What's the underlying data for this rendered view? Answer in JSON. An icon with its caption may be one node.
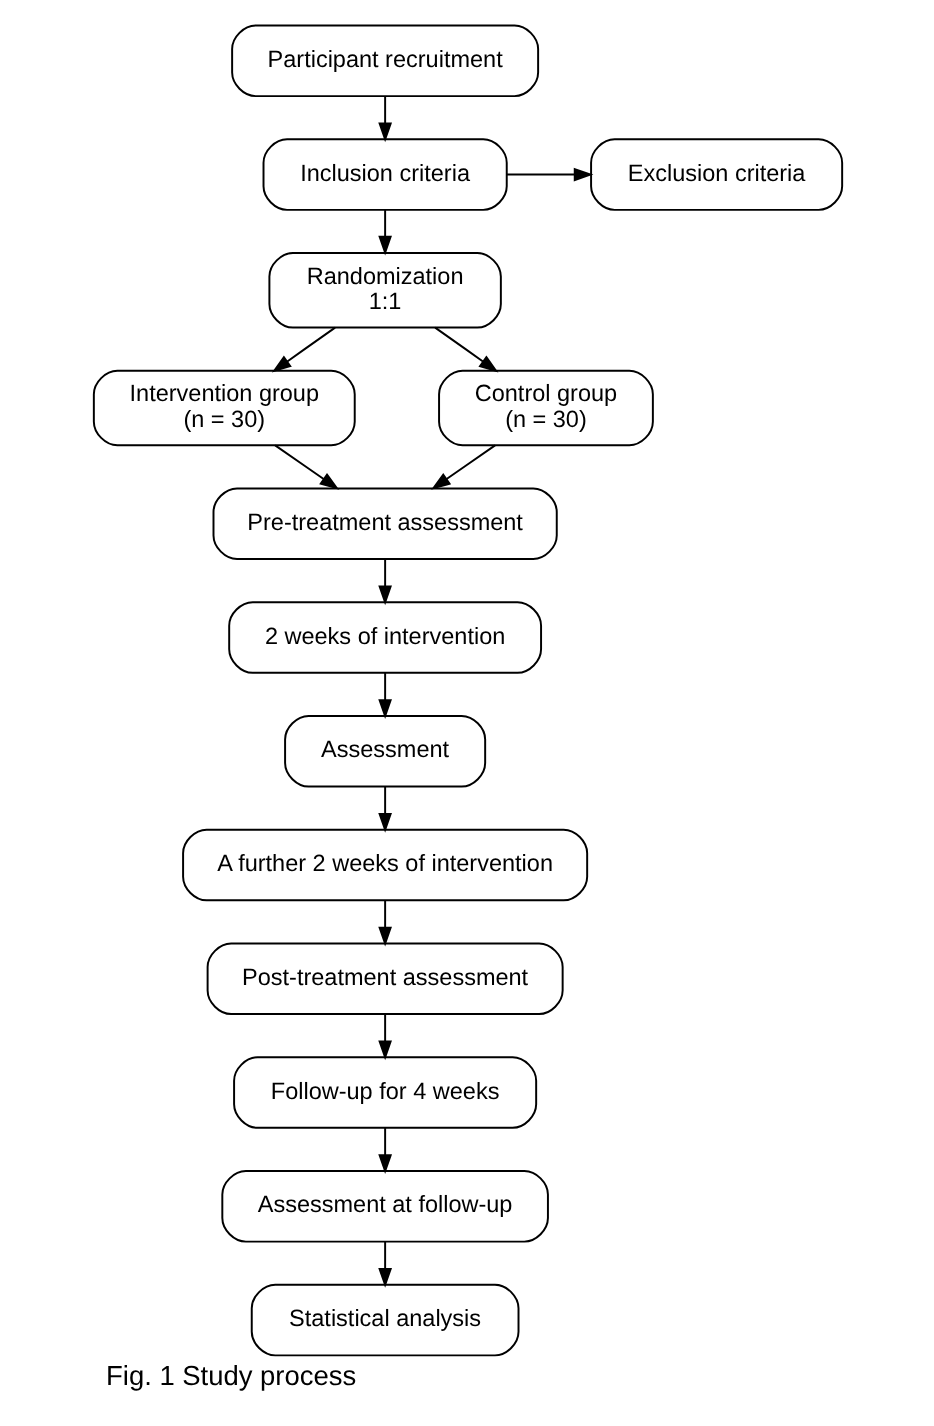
{
  "diagram": {
    "caption": "Fig. 1 Study process",
    "nodes": [
      {
        "text": [
          "Participant recruitment"
        ]
      },
      {
        "text": [
          "Inclusion criteria"
        ]
      },
      {
        "text": [
          "Exclusion criteria"
        ]
      },
      {
        "text": [
          "Randomization 1:1"
        ]
      },
      {
        "text": [
          "Intervention group (n = 30)"
        ]
      },
      {
        "text": [
          "Control group (n = 30)"
        ]
      },
      {
        "text": [
          "Pre-treatment assessment"
        ]
      },
      {
        "text": [
          "2 weeks of intervention"
        ]
      },
      {
        "text": [
          "Assessment"
        ]
      },
      {
        "text": [
          "A further 2 weeks of intervention"
        ]
      },
      {
        "text": [
          "Post-treatment assessment"
        ]
      },
      {
        "text": [
          "Follow-up for 4 weeks"
        ]
      },
      {
        "text": [
          "Assessment at follow-up"
        ]
      },
      {
        "text": [
          "Statistical analysis"
        ]
      }
    ],
    "edges": [
      {
        "from": 0,
        "to": 1,
        "arrow": "to"
      },
      {
        "from": 1,
        "to": 3,
        "arrow": "to"
      },
      {
        "from": 1,
        "to": 2,
        "arrow": "to"
      },
      {
        "from": 3,
        "to": 4,
        "arrow": "to"
      },
      {
        "from": 3,
        "to": 5,
        "arrow": "to"
      },
      {
        "from": 4,
        "to": 6,
        "arrow": "to"
      },
      {
        "from": 5,
        "to": 6,
        "arrow": "to"
      },
      {
        "from": 6,
        "to": 7,
        "arrow": "to"
      },
      {
        "from": 7,
        "to": 8,
        "arrow": "to"
      },
      {
        "from": 8,
        "to": 9,
        "arrow": "to"
      },
      {
        "from": 9,
        "to": 10,
        "arrow": "to"
      },
      {
        "from": 10,
        "to": 11,
        "arrow": "to"
      },
      {
        "from": 11,
        "to": 12,
        "arrow": "to"
      },
      {
        "from": 12,
        "to": 13,
        "arrow": "to"
      }
    ]
  }
}
